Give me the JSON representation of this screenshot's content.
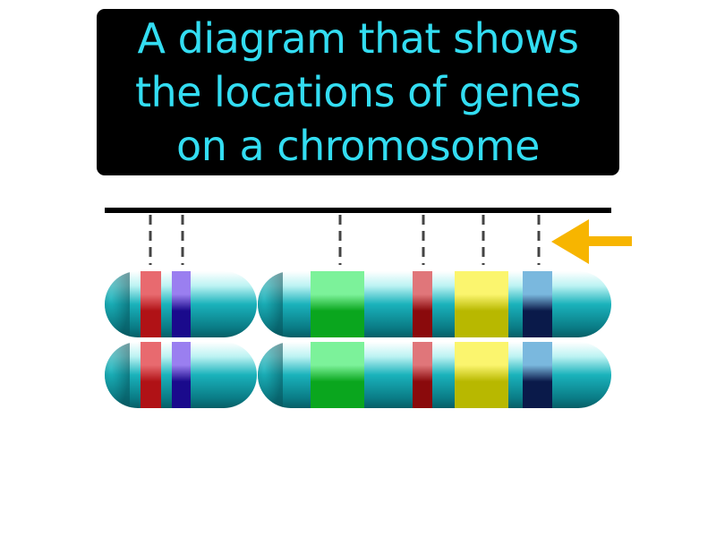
{
  "definition": {
    "text": "A diagram that shows the locations of genes on a chromosome"
  },
  "colors": {
    "caption_text": "#33ddf2",
    "caption_background": "#000000",
    "chromosome_body": "#1aa6b0",
    "chromosome_highlight": "#c6f6f6",
    "arrow": "#f7b500",
    "map_line": "#000000",
    "marker_line": "#444444"
  },
  "genes": [
    {
      "name": "red-gene-1",
      "color": "#b01216",
      "light": "#e86a6f"
    },
    {
      "name": "purple-gene",
      "color": "#1a0a8c",
      "light": "#9a7ff0"
    },
    {
      "name": "green-gene",
      "color": "#0aa61e",
      "light": "#7cf29a"
    },
    {
      "name": "red-gene-2",
      "color": "#8a0a0c",
      "light": "#e0767a"
    },
    {
      "name": "yellow-gene",
      "color": "#b8b800",
      "light": "#fbf56e"
    },
    {
      "name": "blue-gene",
      "color": "#0a1a4a",
      "light": "#7ab8de"
    }
  ],
  "icons": {
    "pointer": "left-arrow-icon"
  }
}
